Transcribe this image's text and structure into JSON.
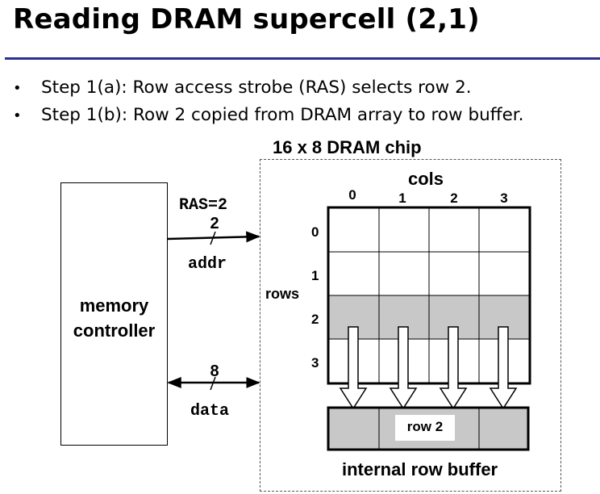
{
  "slide": {
    "title": "Reading DRAM supercell (2,1)",
    "bullets": [
      "Step 1(a): Row access strobe (RAS) selects row 2.",
      "Step 1(b): Row 2 copied from DRAM array to row buffer."
    ]
  },
  "diagram": {
    "chip_label": "16 x 8 DRAM chip",
    "cols_label": "cols",
    "rows_label": "rows",
    "col_indices": [
      "0",
      "1",
      "2",
      "3"
    ],
    "row_indices": [
      "0",
      "1",
      "2",
      "3"
    ],
    "selected_row": 2,
    "controller_label_line1": "memory",
    "controller_label_line2": "controller",
    "ras_label": "RAS=2",
    "addr_width": "2",
    "addr_label": "addr",
    "data_width": "8",
    "data_label": "data",
    "row_buffer_content": "row 2",
    "row_buffer_label": "internal row buffer",
    "colors": {
      "highlight": "#c8c8c8",
      "title_rule": "#2e2e92"
    }
  }
}
